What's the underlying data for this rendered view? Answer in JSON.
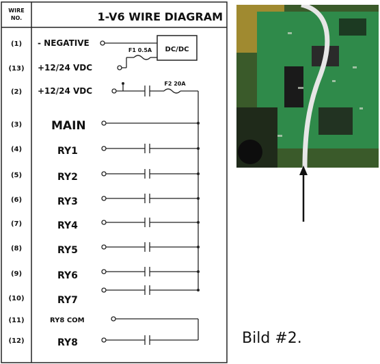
{
  "diagram": {
    "header_wire_no": [
      "WIRE",
      "NO."
    ],
    "title": "1-V6 WIRE DIAGRAM",
    "dcdc_label": "DC/DC",
    "fuse1_label": "F1  0.5A",
    "fuse2_label": "F2 20A",
    "rows": [
      {
        "no": "(1)",
        "label": "- NEGATIVE"
      },
      {
        "no": "(13)",
        "label": "+12/24 VDC"
      },
      {
        "no": "(2)",
        "label": "+12/24 VDC"
      },
      {
        "no": "(3)",
        "label": "MAIN"
      },
      {
        "no": "(4)",
        "label": "RY1"
      },
      {
        "no": "(5)",
        "label": "RY2"
      },
      {
        "no": "(6)",
        "label": "RY3"
      },
      {
        "no": "(7)",
        "label": "RY4"
      },
      {
        "no": "(8)",
        "label": "RY5"
      },
      {
        "no": "(9)",
        "label": "RY6"
      },
      {
        "no": "(10)",
        "label": "RY7"
      },
      {
        "no": "(11)",
        "label": "RY8 COM"
      },
      {
        "no": "(12)",
        "label": "RY8"
      }
    ]
  },
  "caption": "Bild #2."
}
